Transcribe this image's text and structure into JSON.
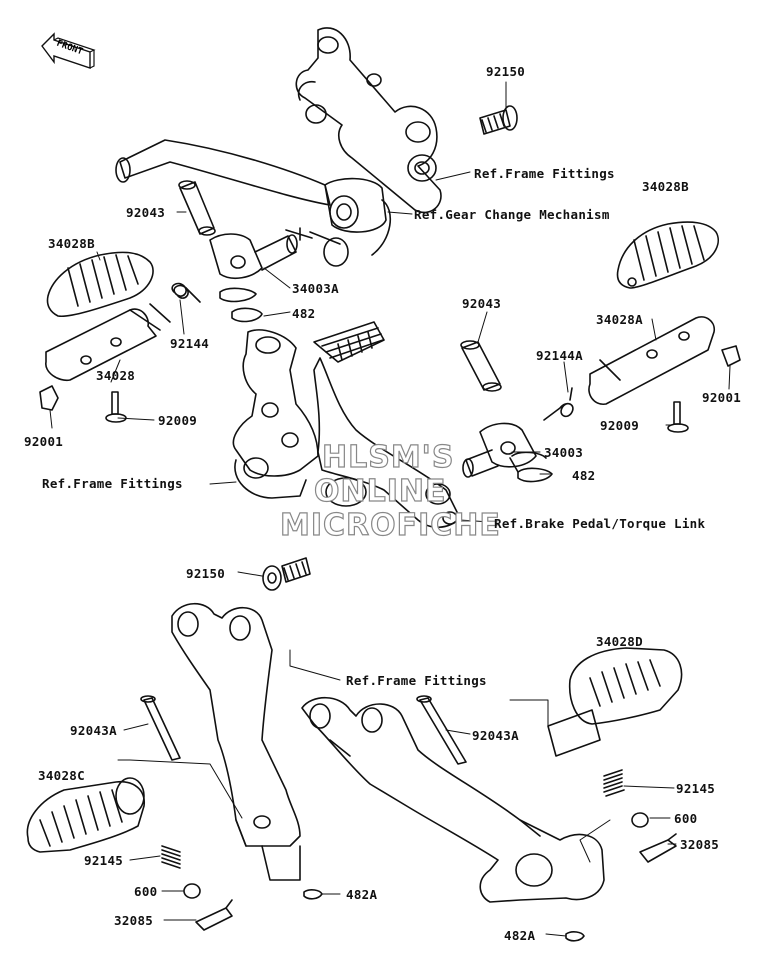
{
  "front_badge": "FRONT",
  "watermark": [
    "HLSM'S",
    "ONLINE",
    "MICROFICHE"
  ],
  "labels": {
    "p92150_top": "92150",
    "ref_frame_1": "Ref.Frame Fittings",
    "ref_gear": "Ref.Gear Change Mechanism",
    "p92043_a": "92043",
    "p34028B_l": "34028B",
    "p34028B_r": "34028B",
    "p34003A": "34003A",
    "p482_a": "482",
    "p92144": "92144",
    "p34028": "34028",
    "p92001_l": "92001",
    "p92009_l": "92009",
    "p92043_b": "92043",
    "p92144A": "92144A",
    "p34028A": "34028A",
    "p92001_r": "92001",
    "p92009_r": "92009",
    "p34003": "34003",
    "p482_b": "482",
    "ref_frame_2": "Ref.Frame Fittings",
    "ref_brake": "Ref.Brake Pedal/Torque Link",
    "p92150_mid": "92150",
    "ref_frame_3": "Ref.Frame Fittings",
    "p34028D": "34028D",
    "p92043A_l": "92043A",
    "p92043A_r": "92043A",
    "p34028C": "34028C",
    "p92145_r": "92145",
    "p600_r": "600",
    "p32085_r": "32085",
    "p92145_l": "92145",
    "p600_l": "600",
    "p482A_l": "482A",
    "p32085_l": "32085",
    "p482A_r": "482A"
  }
}
